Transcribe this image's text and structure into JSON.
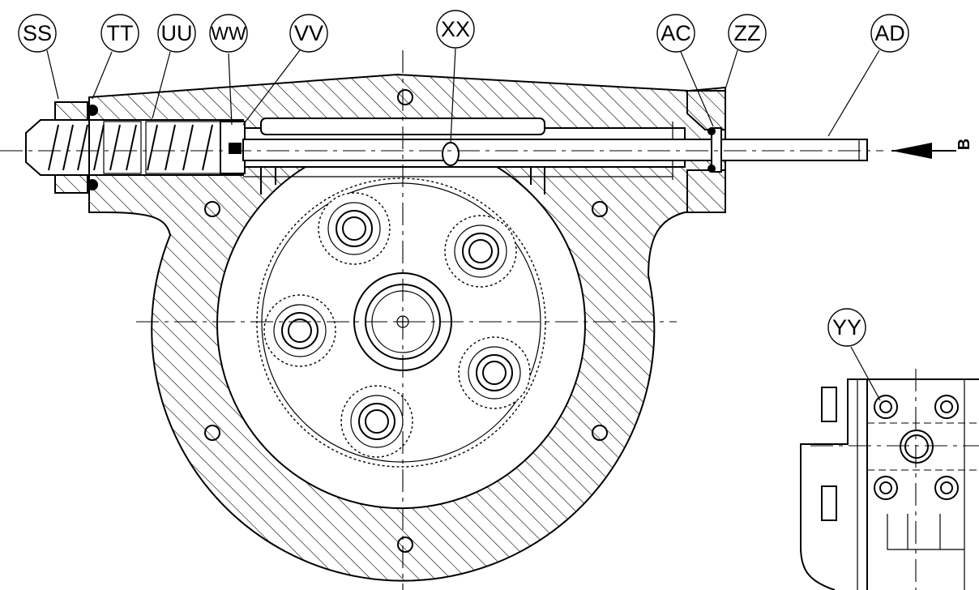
{
  "callouts": [
    {
      "id": "ss",
      "label": "SS"
    },
    {
      "id": "tt",
      "label": "TT"
    },
    {
      "id": "uu",
      "label": "UU"
    },
    {
      "id": "ww",
      "label": "WW"
    },
    {
      "id": "vv",
      "label": "VV"
    },
    {
      "id": "xx",
      "label": "XX"
    },
    {
      "id": "ac",
      "label": "AC"
    },
    {
      "id": "zz",
      "label": "ZZ"
    },
    {
      "id": "ad",
      "label": "AD"
    },
    {
      "id": "yy",
      "label": "YY"
    }
  ],
  "view_arrow": {
    "label": "B"
  }
}
